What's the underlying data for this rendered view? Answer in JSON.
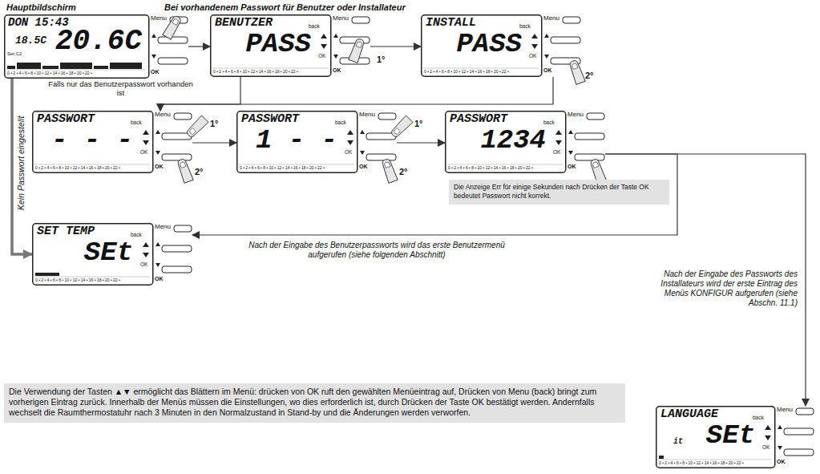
{
  "diagram": {
    "nodes": [
      {
        "text": [
          "DON 15:43",
          "Set C2",
          "18.5C",
          "20.6C",
          "Menu",
          "OK",
          "0 • 2 • 4 • 6 • 8 • 10 • 12 • 14 • 16 • 18 • 20 • 22 •"
        ]
      },
      {
        "text": [
          "BENUTZER",
          "PASS",
          "back",
          "OK",
          "Menu",
          "OK",
          "0 • 2 • 4 • 6 • 8 • 10 • 12 • 14 • 16 • 18 • 20 • 22 •"
        ]
      },
      {
        "text": [
          "INSTALL",
          "PASS",
          "back",
          "OK",
          "Menu",
          "OK",
          "0 • 2 • 4 • 6 • 8 • 10 • 12 • 14 • 16 • 18 • 20 • 22 •"
        ]
      },
      {
        "text": [
          "PASSWORT",
          "- - -",
          "back",
          "OK",
          "Menu",
          "OK",
          "0 • 2 • 4 • 6 • 8 • 10 • 12 • 14 • 16 • 18 • 20 • 22 •"
        ]
      },
      {
        "text": [
          "PASSWORT",
          "1 - -",
          "back",
          "OK",
          "Menu",
          "OK",
          "0 • 2 • 4 • 6 • 8 • 10 • 12 • 14 • 16 • 18 • 20 • 22 •"
        ]
      },
      {
        "text": [
          "PASSWORT",
          "1234",
          "back",
          "OK",
          "Menu",
          "OK",
          "0 • 2 • 4 • 6 • 8 • 10 • 12 • 14 • 16 • 18 • 20 • 22 •"
        ]
      },
      {
        "text": [
          "Die Anzeige Err für einige Sekunden nach Drücken der Taste OK bedeutet Passwort nicht korrekt."
        ]
      },
      {
        "text": [
          "SET TEMP",
          "SEt",
          "back",
          "OK",
          "Menu",
          "OK",
          "0 • 2 • 4 • 6 • 8 • 10 • 12 • 14 • 16 • 18 • 20 • 22 •"
        ]
      },
      {
        "text": [
          "Die Verwendung der Tasten ▲▼ ermöglicht das Blättern im Menü: drücken von OK ruft den gewählten Menüeintrag auf, Drücken von Menu (back) bringt zum vorherigen Eintrag zurück. Innerhalb der Menüs müssen die Einstellungen, wo dies erforderlich ist, durch Drücken der Taste OK bestätigt werden. Andernfalls wechselt die Raumthermostatuhr nach 3 Minuten in den Normalzustand in Stand-by und die Änderungen werden verworfen."
        ]
      },
      {
        "text": [
          "LANGUAGE",
          "SEt",
          "back",
          "OK",
          "Menu",
          "OK",
          "0 • 2 • 4 • 6 • 8 • 10 • 12 • 14 • 16 • 18 • 20 • 22 •",
          "it"
        ]
      }
    ],
    "edges": [
      {
        "from": 0,
        "to": 1,
        "arrow": "to"
      },
      {
        "from": 1,
        "to": 2,
        "arrow": "to"
      },
      {
        "from": 1,
        "to": 3,
        "label": "Falls nur das Benutzerpasswort vorhanden ist",
        "arrow": "to"
      },
      {
        "from": 2,
        "to": 3,
        "arrow": "to"
      },
      {
        "from": 0,
        "to": 7,
        "label": "Kein Passwort eingestellt",
        "arrow": "to"
      },
      {
        "from": 3,
        "to": 4,
        "arrow": "to"
      },
      {
        "from": 4,
        "to": 5,
        "arrow": "to"
      },
      {
        "from": 5,
        "to": 7,
        "label": "Nach der Eingabe des Benutzerpassworts wird das erste Benutzermenü aufgerufen (siehe folgenden Abschnitt)",
        "arrow": "to"
      },
      {
        "from": 5,
        "to": 9,
        "label": "Nach der Eingabe des Passworts des Installateurs wird der erste Eintrag des Menüs KONFIGUR aufgerufen (siehe Abschn. 11.1)",
        "arrow": "to"
      }
    ],
    "labels": [
      "Hauptbildschirm",
      "Bei vorhandenem Passwort für Benutzer oder Installateur",
      "1°",
      "2°",
      "1°",
      "2°",
      "1°",
      "2°"
    ]
  }
}
